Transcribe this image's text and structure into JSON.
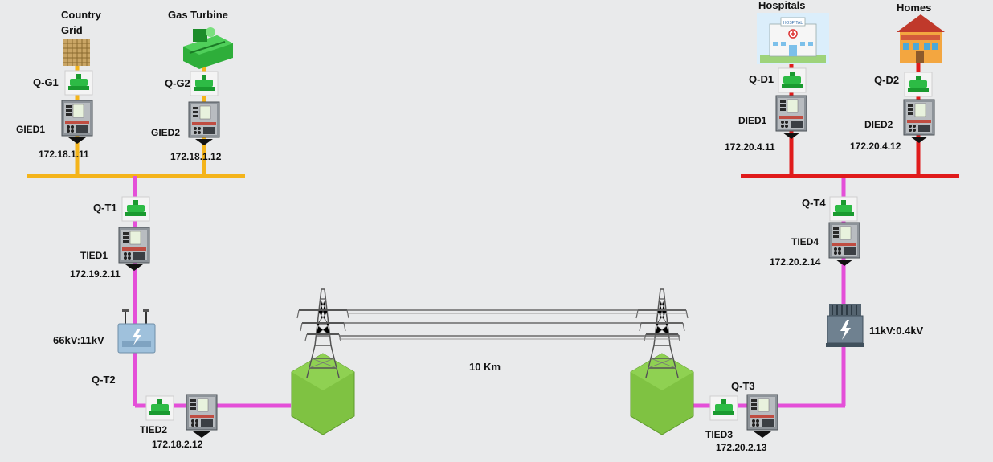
{
  "labels": {
    "country_grid_line1": "Country",
    "country_grid_line2": "Grid",
    "gas_turbine": "Gas Turbine",
    "hospitals": "Hospitals",
    "homes": "Homes",
    "qg1": "Q-G1",
    "qg2": "Q-G2",
    "gied1": "GIED1",
    "gied2": "GIED2",
    "ip_gied1": "172.18.1.11",
    "ip_gied2": "172.18.1.12",
    "qt1": "Q-T1",
    "tied1": "TIED1",
    "ip_tied1": "172.19.2.11",
    "xfmr1": "66kV:11kV",
    "qt2": "Q-T2",
    "tied2": "TIED2",
    "ip_tied2": "172.18.2.12",
    "distance": "10 Km",
    "qt3": "Q-T3",
    "tied3": "TIED3",
    "ip_tied3": "172.20.2.13",
    "xfmr2": "11kV:0.4kV",
    "qt4": "Q-T4",
    "tied4": "TIED4",
    "ip_tied4": "172.20.2.14",
    "qd1": "Q-D1",
    "qd2": "Q-D2",
    "died1": "DIED1",
    "died2": "DIED2",
    "ip_died1": "172.20.4.11",
    "ip_died2": "172.20.4.12",
    "hospital_sign": "HOSPITAL"
  },
  "colors": {
    "bus_generation": "#f4b41a",
    "line_transmission": "#e44fd8",
    "bus_distribution": "#e01b1b",
    "breaker_green": "#22b33a",
    "tower_base": "#7fc242",
    "background": "#e9eaeb"
  },
  "icons": [
    "breaker-icon",
    "ied-relay-icon",
    "transformer-icon",
    "transmission-tower-icon",
    "hospital-icon",
    "homes-icon",
    "country-grid-icon",
    "gas-turbine-icon"
  ]
}
